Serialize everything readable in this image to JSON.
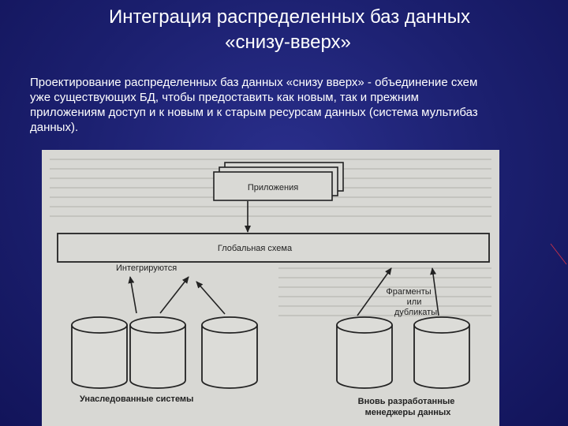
{
  "slide": {
    "title_line1": "Интеграция распределенных баз данных",
    "title_line2": "«снизу-вверх»",
    "body": "Проектирование распределенных баз данных «снизу вверх» - объединение схем уже существующих БД, чтобы предоставить как новым, так и прежним приложениям доступ и к новым и к старым ресурсам данных (система мультибаз данных)."
  },
  "diagram": {
    "applications_label": "Приложения",
    "global_schema_label": "Глобальная схема",
    "integrate_label": "Интегрируются",
    "fragments_line1": "Фрагменты",
    "fragments_line2": "или",
    "fragments_line3": "дубликаты",
    "legacy_label": "Унаследованные системы",
    "new_line1": "Вновь разработанные",
    "new_line2": "менеджеры данных"
  },
  "colors": {
    "background": "#1b1f6e",
    "text": "#ffffff",
    "figure_bg": "#d8d8d4",
    "ink": "#222222"
  }
}
